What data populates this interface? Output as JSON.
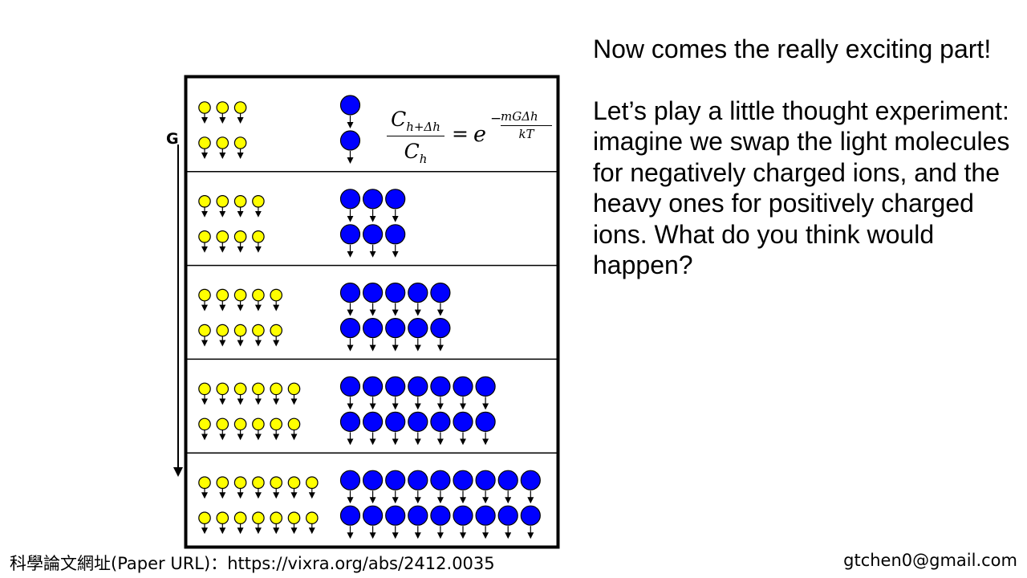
{
  "gravity_label": "G",
  "formula": {
    "num_base": "C",
    "num_sub": "h+Δh",
    "den_base": "C",
    "den_sub": "h",
    "equals": "=",
    "base": "e",
    "exp_sign": "−",
    "exp_num": "mGΔh",
    "exp_den": "kT"
  },
  "layers": [
    {
      "light_per_row": 3,
      "heavy_per_row": 1
    },
    {
      "light_per_row": 4,
      "heavy_per_row": 3
    },
    {
      "light_per_row": 5,
      "heavy_per_row": 5
    },
    {
      "light_per_row": 6,
      "heavy_per_row": 7
    },
    {
      "light_per_row": 7,
      "heavy_per_row": 9
    }
  ],
  "colors": {
    "light_particle": "#ffff00",
    "heavy_particle": "#0000ff"
  },
  "text": {
    "intro": "Now comes the really exciting part!",
    "question": "Let’s play a little thought experiment: imagine we swap the light molecules for negatively charged ions, and the heavy ones for positively charged ions. What do you think would happen?"
  },
  "footer": {
    "left": "科學論文網址(Paper URL)：https://vixra.org/abs/2412.0035",
    "right": "gtchen0@gmail.com"
  }
}
